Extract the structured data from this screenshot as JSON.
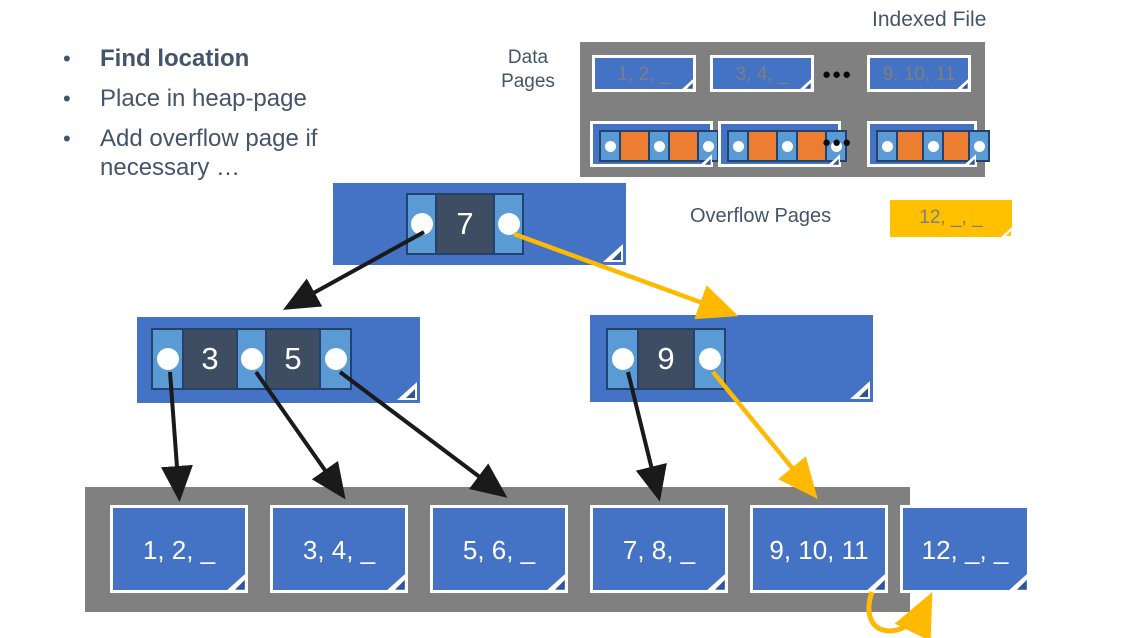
{
  "slide": {
    "bullets": [
      "Find location",
      "Place in heap-page",
      "Add overflow page if necessary …"
    ]
  },
  "indexed_file": {
    "title": "Indexed File",
    "data_pages_label": "Data Pages",
    "ellipsis": "●●●",
    "data_pages": [
      "1, 2, _",
      "3, 4, _",
      "9, 10, 11"
    ]
  },
  "overflow": {
    "label": "Overflow Pages",
    "page_label": "12, _, _"
  },
  "tree": {
    "root": {
      "key": "7"
    },
    "left_node": {
      "key1": "3",
      "key2": "5"
    },
    "right_node": {
      "key": "9"
    }
  },
  "heap": {
    "pages": [
      "1, 2, _",
      "3, 4, _",
      "5, 6, _",
      "7, 8, _",
      "9, 10, 11"
    ],
    "overflow_page": "12, _, _"
  },
  "colors": {
    "page_blue": "#4472C4",
    "pointer_blue": "#5B9BD5",
    "key_dark": "#3E4D61",
    "orange": "#ED7D31",
    "yellow": "#FFC000",
    "gray": "#808080",
    "text": "#44546A",
    "arrow_black": "#1a1a1a",
    "arrow_yellow": "#FFB900"
  }
}
